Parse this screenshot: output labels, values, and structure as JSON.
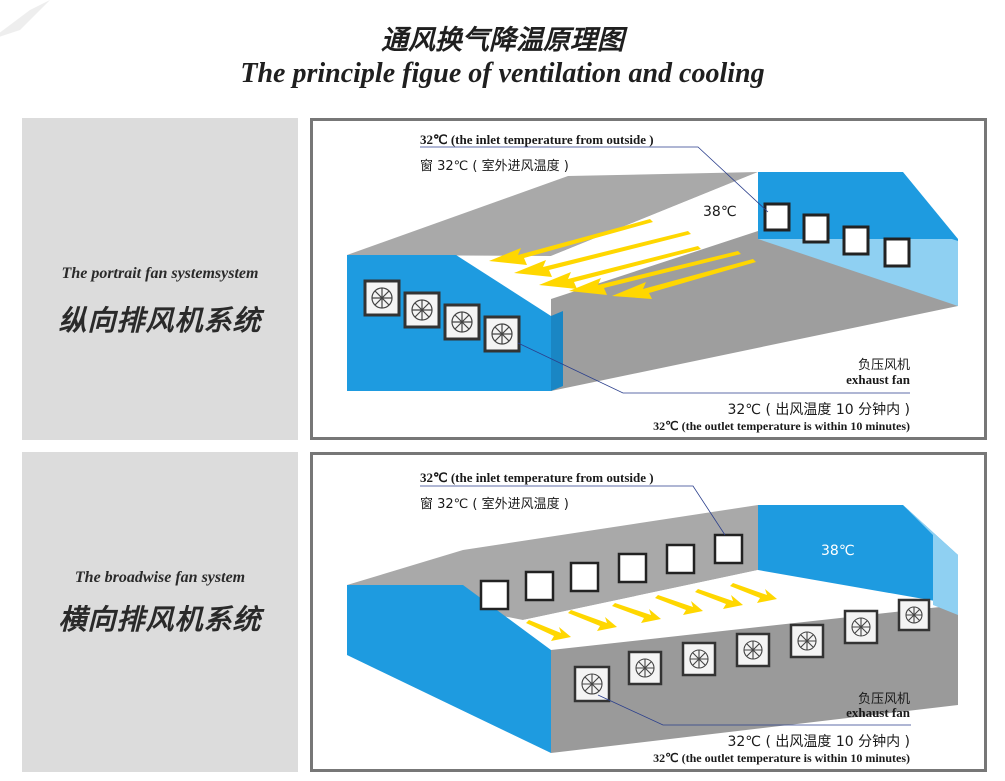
{
  "title": {
    "cn": "通风换气降温原理图",
    "en": "The principle figue of ventilation and cooling"
  },
  "systems": [
    {
      "name_en": "The portrait fan systemsystem",
      "name_cn": "纵向排风机系统",
      "inlet_en": "32℃ (the inlet temperature from outside )",
      "inlet_cn": "窗 32℃ ( 室外进风温度 )",
      "inside_temp": "38℃",
      "fan_cn": "负压风机",
      "fan_en": "exhaust fan",
      "outlet_cn": "32℃ ( 出风温度 10 分钟内 )",
      "outlet_en": "32℃ (the outlet temperature is within 10 minutes)"
    },
    {
      "name_en": "The broadwise fan system",
      "name_cn": "横向排风机系统",
      "inlet_en": "32℃ (the inlet temperature from outside )",
      "inlet_cn": "窗 32℃ ( 室外进风温度 )",
      "inside_temp": "38℃",
      "fan_cn": "负压风机",
      "fan_en": "exhaust fan",
      "outlet_cn": "32℃ ( 出风温度 10 分钟内 )",
      "outlet_en": "32℃ (the outlet temperature is within 10 minutes)"
    }
  ],
  "colors": {
    "wall_blue": "#1e9be0",
    "wall_light_blue": "#8fd0f2",
    "roof_grey": "#a9a9a9",
    "floor_grey": "#9a9a9a",
    "arrow_yellow": "#ffd700",
    "side_panel": "#dcdcdc"
  }
}
